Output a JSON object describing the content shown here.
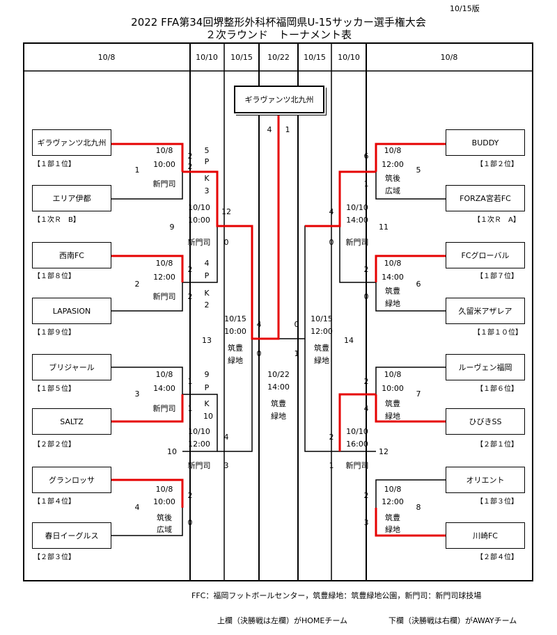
{
  "header": {
    "version": "10/15版",
    "title": "2022 FFA第34回堺整形外科杯福岡県U-15サッカー選手権大会",
    "subtitle": "２次ラウンド　トーナメント表"
  },
  "dates": [
    "10/8",
    "10/10",
    "10/15",
    "10/22",
    "10/15",
    "10/10",
    "10/8"
  ],
  "champion": "ギラヴァンツ北九州",
  "teams_left": [
    {
      "name": "ギラヴァンツ北九州",
      "seed": "【１部１位】"
    },
    {
      "name": "エリア伊都",
      "seed": "【１次Ｒ　B】"
    },
    {
      "name": "西南FC",
      "seed": "【１部８位】"
    },
    {
      "name": "LAPASION",
      "seed": "【１部９位】"
    },
    {
      "name": "ブリジャール",
      "seed": "【１部５位】"
    },
    {
      "name": "SALTZ",
      "seed": "【２部２位】"
    },
    {
      "name": "グランロッサ",
      "seed": "【１部４位】"
    },
    {
      "name": "春日イーグルス",
      "seed": "【２部３位】"
    }
  ],
  "teams_right": [
    {
      "name": "BUDDY",
      "seed": "【１部２位】"
    },
    {
      "name": "FORZA宮若FC",
      "seed": "【１次Ｒ　A】"
    },
    {
      "name": "FCグローバル",
      "seed": "【１部７位】"
    },
    {
      "name": "久留米アザレア",
      "seed": "【１部１０位】"
    },
    {
      "name": "ルーヴェン福岡",
      "seed": "【１部６位】"
    },
    {
      "name": "ひびきSS",
      "seed": "【２部１位】"
    },
    {
      "name": "オリエント",
      "seed": "【１部３位】"
    },
    {
      "name": "川崎FC",
      "seed": "【２部４位】"
    }
  ],
  "r1_left": [
    {
      "num": "1",
      "date": "10/8",
      "time": "10:00",
      "venue": "新門司",
      "s1": "2",
      "s2": "2",
      "pk1": "5",
      "pk2": "3",
      "pk_a": "P",
      "pk_b": "K"
    },
    {
      "num": "2",
      "date": "10/8",
      "time": "12:00",
      "venue": "新門司",
      "s1": "2",
      "s2": "2",
      "pk1": "4",
      "pk2": "2",
      "pk_a": "P",
      "pk_b": "K"
    },
    {
      "num": "3",
      "date": "10/8",
      "time": "14:00",
      "venue": "新門司",
      "s1": "1",
      "s2": "1",
      "pk1": "9",
      "pk2": "10",
      "pk_a": "P",
      "pk_b": "K"
    },
    {
      "num": "4",
      "date": "10/8",
      "time": "10:00",
      "venue1": "筑後",
      "venue2": "広域",
      "s1": "2",
      "s2": "0"
    }
  ],
  "r1_right": [
    {
      "num": "5",
      "date": "10/8",
      "time": "12:00",
      "venue1": "筑後",
      "venue2": "広域",
      "s1": "6",
      "s2": "1"
    },
    {
      "num": "6",
      "date": "10/8",
      "time": "14:00",
      "venue1": "筑豊",
      "venue2": "緑地",
      "s1": "2",
      "s2": "0"
    },
    {
      "num": "7",
      "date": "10/8",
      "time": "10:00",
      "venue1": "筑豊",
      "venue2": "緑地",
      "s1": "2",
      "s2": "4"
    },
    {
      "num": "8",
      "date": "10/8",
      "time": "12:00",
      "venue1": "筑豊",
      "venue2": "緑地",
      "s1": "2",
      "s2": "3"
    }
  ],
  "r2": [
    {
      "num": "9",
      "date": "10/10",
      "time": "10:00",
      "venue": "新門司",
      "s1": "12",
      "s2": "0"
    },
    {
      "num": "10",
      "date": "10/10",
      "time": "12:00",
      "venue": "新門司",
      "s1": "4",
      "s2": "3"
    },
    {
      "num": "11",
      "date": "10/10",
      "time": "14:00",
      "venue": "新門司",
      "s1": "4",
      "s2": "0"
    },
    {
      "num": "12",
      "date": "10/10",
      "time": "16:00",
      "venue": "新門司",
      "s1": "2",
      "s2": "1"
    }
  ],
  "sf": [
    {
      "num": "13",
      "date": "10/15",
      "time": "10:00",
      "venue1": "筑豊",
      "venue2": "緑地",
      "s1": "4",
      "s2": "0"
    },
    {
      "num": "14",
      "date": "10/15",
      "time": "12:00",
      "venue1": "筑豊",
      "venue2": "緑地",
      "s1": "0",
      "s2": "1"
    }
  ],
  "final": {
    "date": "10/22",
    "time": "14:00",
    "venue1": "筑豊",
    "venue2": "緑地",
    "s1": "4",
    "s2": "1"
  },
  "footer": {
    "venues": "FFC：福岡フットボールセンター，筑豊緑地：筑豊緑地公園，新門司：新門司球技場",
    "home": "上欄（決勝戦は左欄）がHOMEチーム",
    "away": "下欄（決勝戦は右欄）がAWAYチーム"
  },
  "colors": {
    "winner": "#e60000",
    "line": "#000000"
  }
}
